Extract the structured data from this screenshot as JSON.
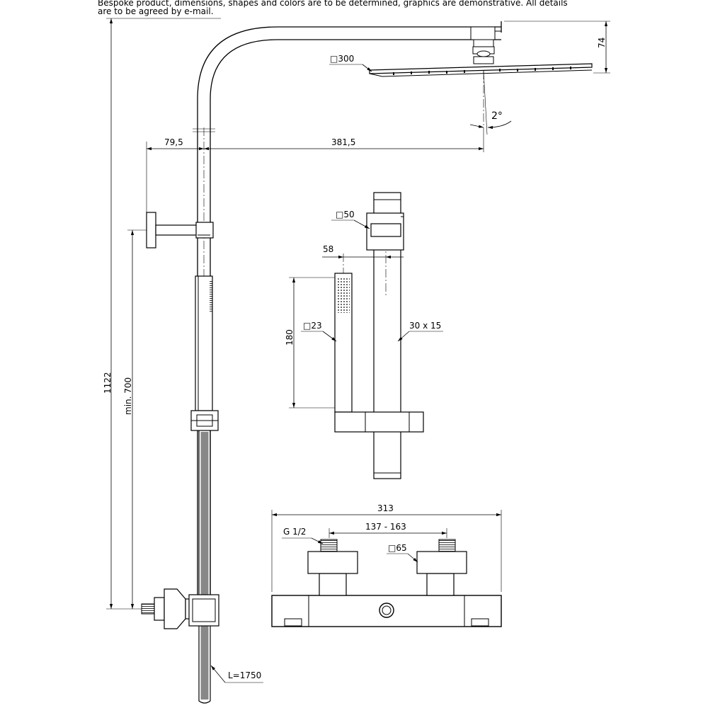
{
  "header": {
    "notice_line1": "Bespoke product, dimensions, shapes and colors are to be determined, graphics are demonstrative. All details",
    "notice_line2": "are to be agreed by e-mail."
  },
  "labels": {
    "head_size": "□300",
    "head_height": "74",
    "tilt_angle": "2°",
    "arm_offset": "79,5",
    "arm_reach": "381,5",
    "total_height": "1122",
    "min_height": "min. 700",
    "hose_length": "L=1750",
    "bracket_size": "□50",
    "handshower_offset": "58",
    "handshower_length": "180",
    "handshower_size": "□23",
    "rail_profile": "30 x 15",
    "mixer_width": "313",
    "inlet_spacing": "137 - 163",
    "inlet_thread": "G 1/2",
    "inlet_cover_size": "□65"
  }
}
